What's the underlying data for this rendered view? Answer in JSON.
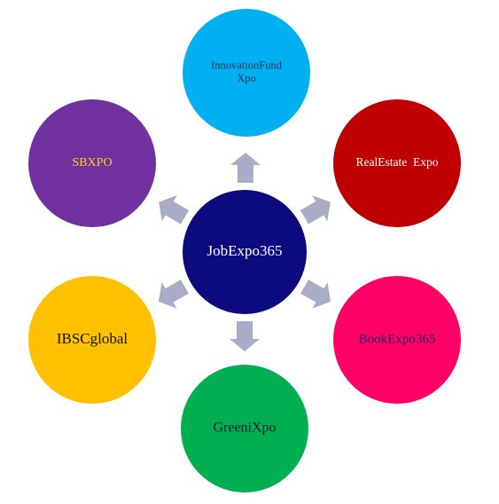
{
  "center": {
    "label": "JobExpo365",
    "color": "#0b0b7f",
    "text_color": "#ffffff"
  },
  "arrow_color": "#a9acc6",
  "nodes": [
    {
      "key": "innovationfund",
      "lines": [
        "InnovationFund",
        "Xpo"
      ],
      "color": "#00b0f0",
      "text_color": "#1f3864"
    },
    {
      "key": "realestate",
      "lines": [
        "RealEstate  Expo"
      ],
      "color": "#c00000",
      "text_color": "#ffffff"
    },
    {
      "key": "bookexpo",
      "lines": [
        "BookExpo365"
      ],
      "color": "#ff0066",
      "text_color": "#1f1f6a"
    },
    {
      "key": "greenixpo",
      "lines": [
        "GreeniXpo"
      ],
      "color": "#00b050",
      "text_color": "#0b1a3a"
    },
    {
      "key": "ibscglobal",
      "lines": [
        "IBSCglobal"
      ],
      "color": "#ffc000",
      "text_color": "#111111"
    },
    {
      "key": "sbxpo",
      "lines": [
        "SBXPO"
      ],
      "color": "#7030a0",
      "text_color": "#ffd700"
    }
  ]
}
